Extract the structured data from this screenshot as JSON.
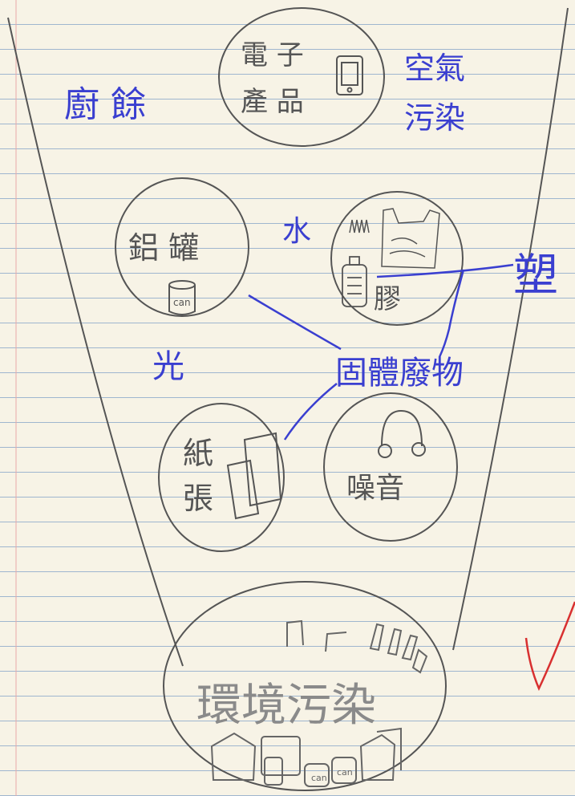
{
  "circles": {
    "electronics": {
      "line1": "電 子",
      "line2": "產 品"
    },
    "aluminum": {
      "label": "鋁 罐",
      "can_text": "can"
    },
    "plastic_circle": {
      "label": "膠"
    },
    "paper": {
      "line1": "紙",
      "line2": "張"
    },
    "noise": {
      "label": "噪音"
    },
    "environment": {
      "label": "環境污染",
      "can_text_1": "can",
      "can_text_2": "can"
    }
  },
  "labels": {
    "kitchen_waste": "廚 餘",
    "air_pollution_1": "空氣",
    "air_pollution_2": "污染",
    "water": "水",
    "plastic": "塑",
    "light": "光",
    "solid_waste": "固體廢物"
  },
  "colors": {
    "pencil": "#555555",
    "blue_ink": "#3a3fd0",
    "red_check": "#d83030",
    "gray_text": "#8a8a8a"
  }
}
